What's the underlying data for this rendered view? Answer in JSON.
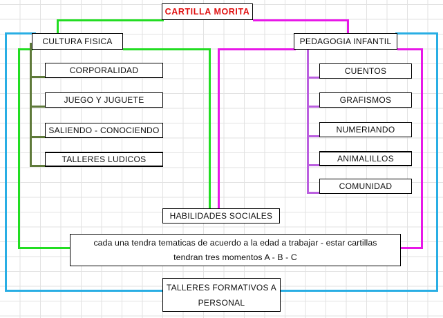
{
  "diagram": {
    "title_box": {
      "label": "CARTILLA  MORITA",
      "color": "#e01010"
    },
    "branches": [
      {
        "name": "cultura-fisica",
        "label": "CULTURA FISICA",
        "link_color": "#22dd22",
        "sub_link_color": "#5f7a3a",
        "children": [
          {
            "label": "CORPORALIDAD"
          },
          {
            "label": "JUEGO  Y  JUGUETE"
          },
          {
            "label": "SALIENDO - CONOCIENDO"
          },
          {
            "label": "TALLERES LUDICOS"
          }
        ]
      },
      {
        "name": "pedagogia-infantil",
        "label": "PEDAGOGIA  INFANTIL",
        "link_color": "#e817e8",
        "sub_link_color": "#bb5fe0",
        "children": [
          {
            "label": "CUENTOS"
          },
          {
            "label": "GRAFISMOS"
          },
          {
            "label": "NUMERIANDO"
          },
          {
            "label": "ANIMALILLOS"
          },
          {
            "label": "COMUNIDAD"
          }
        ]
      }
    ],
    "shared_node": {
      "label": "HABILIDADES  SOCIALES"
    },
    "note_box": {
      "line1": "cada  una  tendra  tematicas   de  acuerdo a la edad  a  trabajar - estar cartillas",
      "line2": "tendran  tres  momentos  A - B - C"
    },
    "footer_box": {
      "line1": "TALLERES FORMATIVOS A",
      "line2": "PERSONAL"
    },
    "frame_color": "#29aee4",
    "background": "#ffffff",
    "grid_color": "#e2e2e2"
  }
}
